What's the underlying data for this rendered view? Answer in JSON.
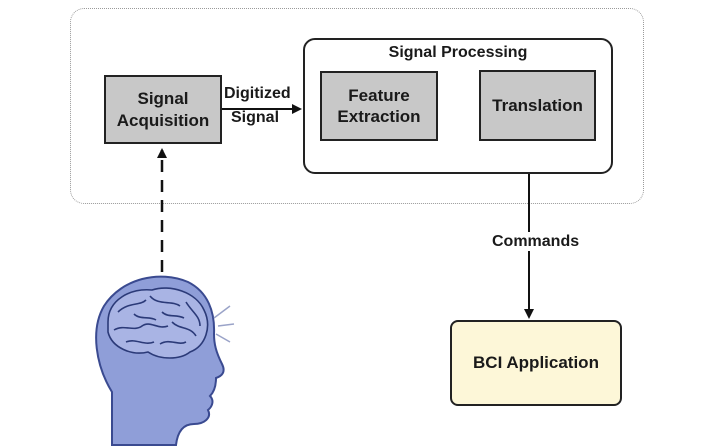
{
  "diagram": {
    "signal_acquisition": {
      "line1": "Signal",
      "line2": "Acquisition"
    },
    "digitized_signal": {
      "line1": "Digitized",
      "line2": "Signal"
    },
    "signal_processing": {
      "title": "Signal Processing",
      "feature_extraction": {
        "line1": "Feature",
        "line2": "Extraction"
      },
      "translation": "Translation"
    },
    "commands": "Commands",
    "bci_application": "BCI Application"
  },
  "colors": {
    "box_fill": "#c8c8c8",
    "app_fill": "#fdf7d8",
    "head_fill": "#8f9ed8",
    "brain_stroke": "#2b3a78"
  }
}
